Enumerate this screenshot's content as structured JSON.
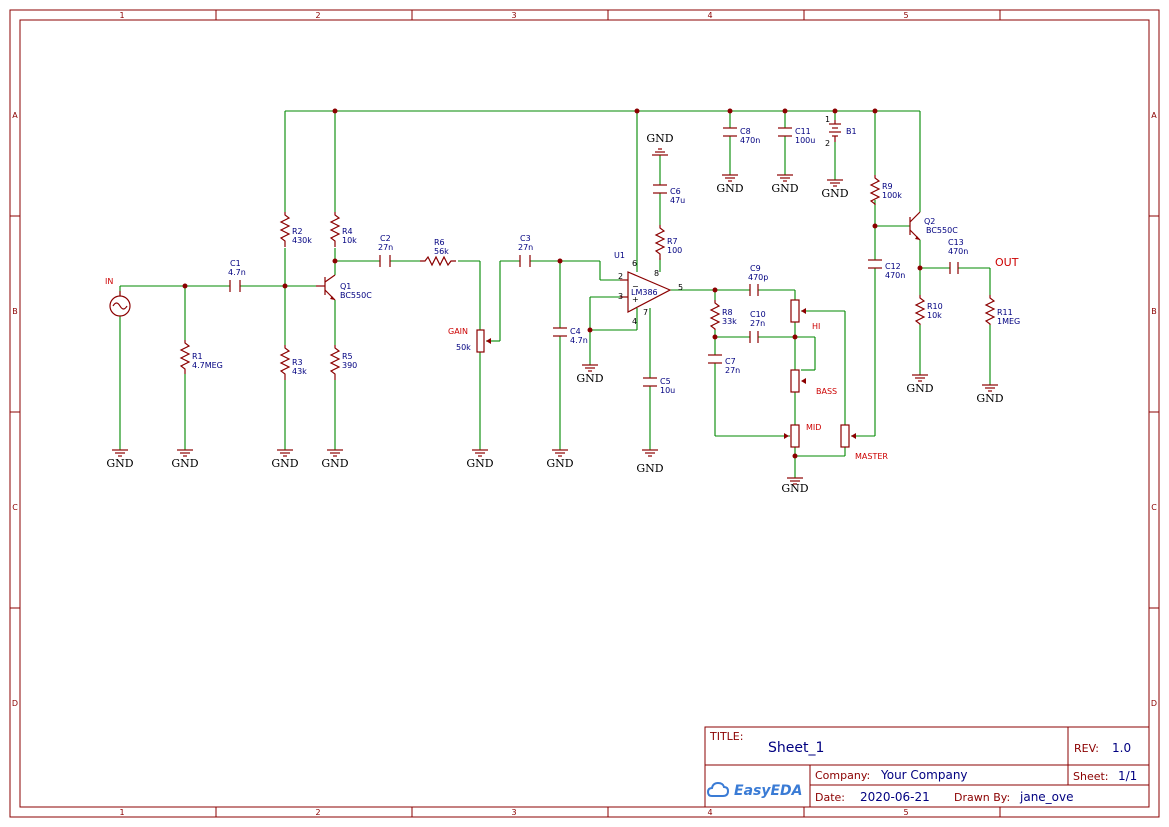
{
  "zones": {
    "columns": [
      "1",
      "2",
      "3",
      "4",
      "5"
    ],
    "rows": [
      "A",
      "B",
      "C",
      "D"
    ]
  },
  "ground_label": "GND",
  "nets": {
    "in": "IN",
    "out": "OUT"
  },
  "components": {
    "c1": {
      "ref": "C1",
      "value": "4.7n"
    },
    "r1": {
      "ref": "R1",
      "value": "4.7MEG"
    },
    "r2": {
      "ref": "R2",
      "value": "430k"
    },
    "r3": {
      "ref": "R3",
      "value": "43k"
    },
    "r4": {
      "ref": "R4",
      "value": "10k"
    },
    "r5": {
      "ref": "R5",
      "value": "390"
    },
    "q1": {
      "ref": "Q1",
      "value": "BC550C"
    },
    "c2": {
      "ref": "C2",
      "value": "27n"
    },
    "r6": {
      "ref": "R6",
      "value": "56k"
    },
    "gain": {
      "ref": "GAIN",
      "value": "50k"
    },
    "c3": {
      "ref": "C3",
      "value": "27n"
    },
    "c4": {
      "ref": "C4",
      "value": "4.7n"
    },
    "u1": {
      "ref": "U1",
      "value": "LM386"
    },
    "c6": {
      "ref": "C6",
      "value": "47u"
    },
    "r7": {
      "ref": "R7",
      "value": "100"
    },
    "c5": {
      "ref": "C5",
      "value": "10u"
    },
    "c8": {
      "ref": "C8",
      "value": "470n"
    },
    "c11": {
      "ref": "C11",
      "value": "100u"
    },
    "b1": {
      "ref": "B1"
    },
    "c9": {
      "ref": "C9",
      "value": "470p"
    },
    "r8": {
      "ref": "R8",
      "value": "33k"
    },
    "c10": {
      "ref": "C10",
      "value": "27n"
    },
    "c7": {
      "ref": "C7",
      "value": "27n"
    },
    "hi": {
      "ref": "HI"
    },
    "bass": {
      "ref": "BASS"
    },
    "mid": {
      "ref": "MID"
    },
    "master": {
      "ref": "MASTER"
    },
    "r9": {
      "ref": "R9",
      "value": "100k"
    },
    "q2": {
      "ref": "Q2",
      "value": "BC550C"
    },
    "c12": {
      "ref": "C12",
      "value": "470n"
    },
    "r10": {
      "ref": "R10",
      "value": "10k"
    },
    "c13": {
      "ref": "C13",
      "value": "470n"
    },
    "r11": {
      "ref": "R11",
      "value": "1MEG"
    }
  },
  "u1_pins": {
    "p2": "2",
    "p3": "3",
    "p4": "4",
    "p5": "5",
    "p6": "6",
    "p7": "7",
    "p8": "8",
    "minus": "−",
    "plus": "+"
  },
  "b1_pins": {
    "p1": "1",
    "p2": "2"
  },
  "title_block": {
    "title_label": "TITLE:",
    "title": "Sheet_1",
    "rev_label": "REV:",
    "rev": "1.0",
    "company_label": "Company:",
    "company": "Your Company",
    "sheet_label": "Sheet:",
    "sheet": "1/1",
    "date_label": "Date:",
    "date": "2020-06-21",
    "drawn_label": "Drawn By:",
    "drawn_by": "jane_ove",
    "logo": "EasyEDA"
  },
  "colors": {
    "wire": "#008800",
    "component": "#8b0000",
    "label": "#000080",
    "net": "#cc0000"
  }
}
